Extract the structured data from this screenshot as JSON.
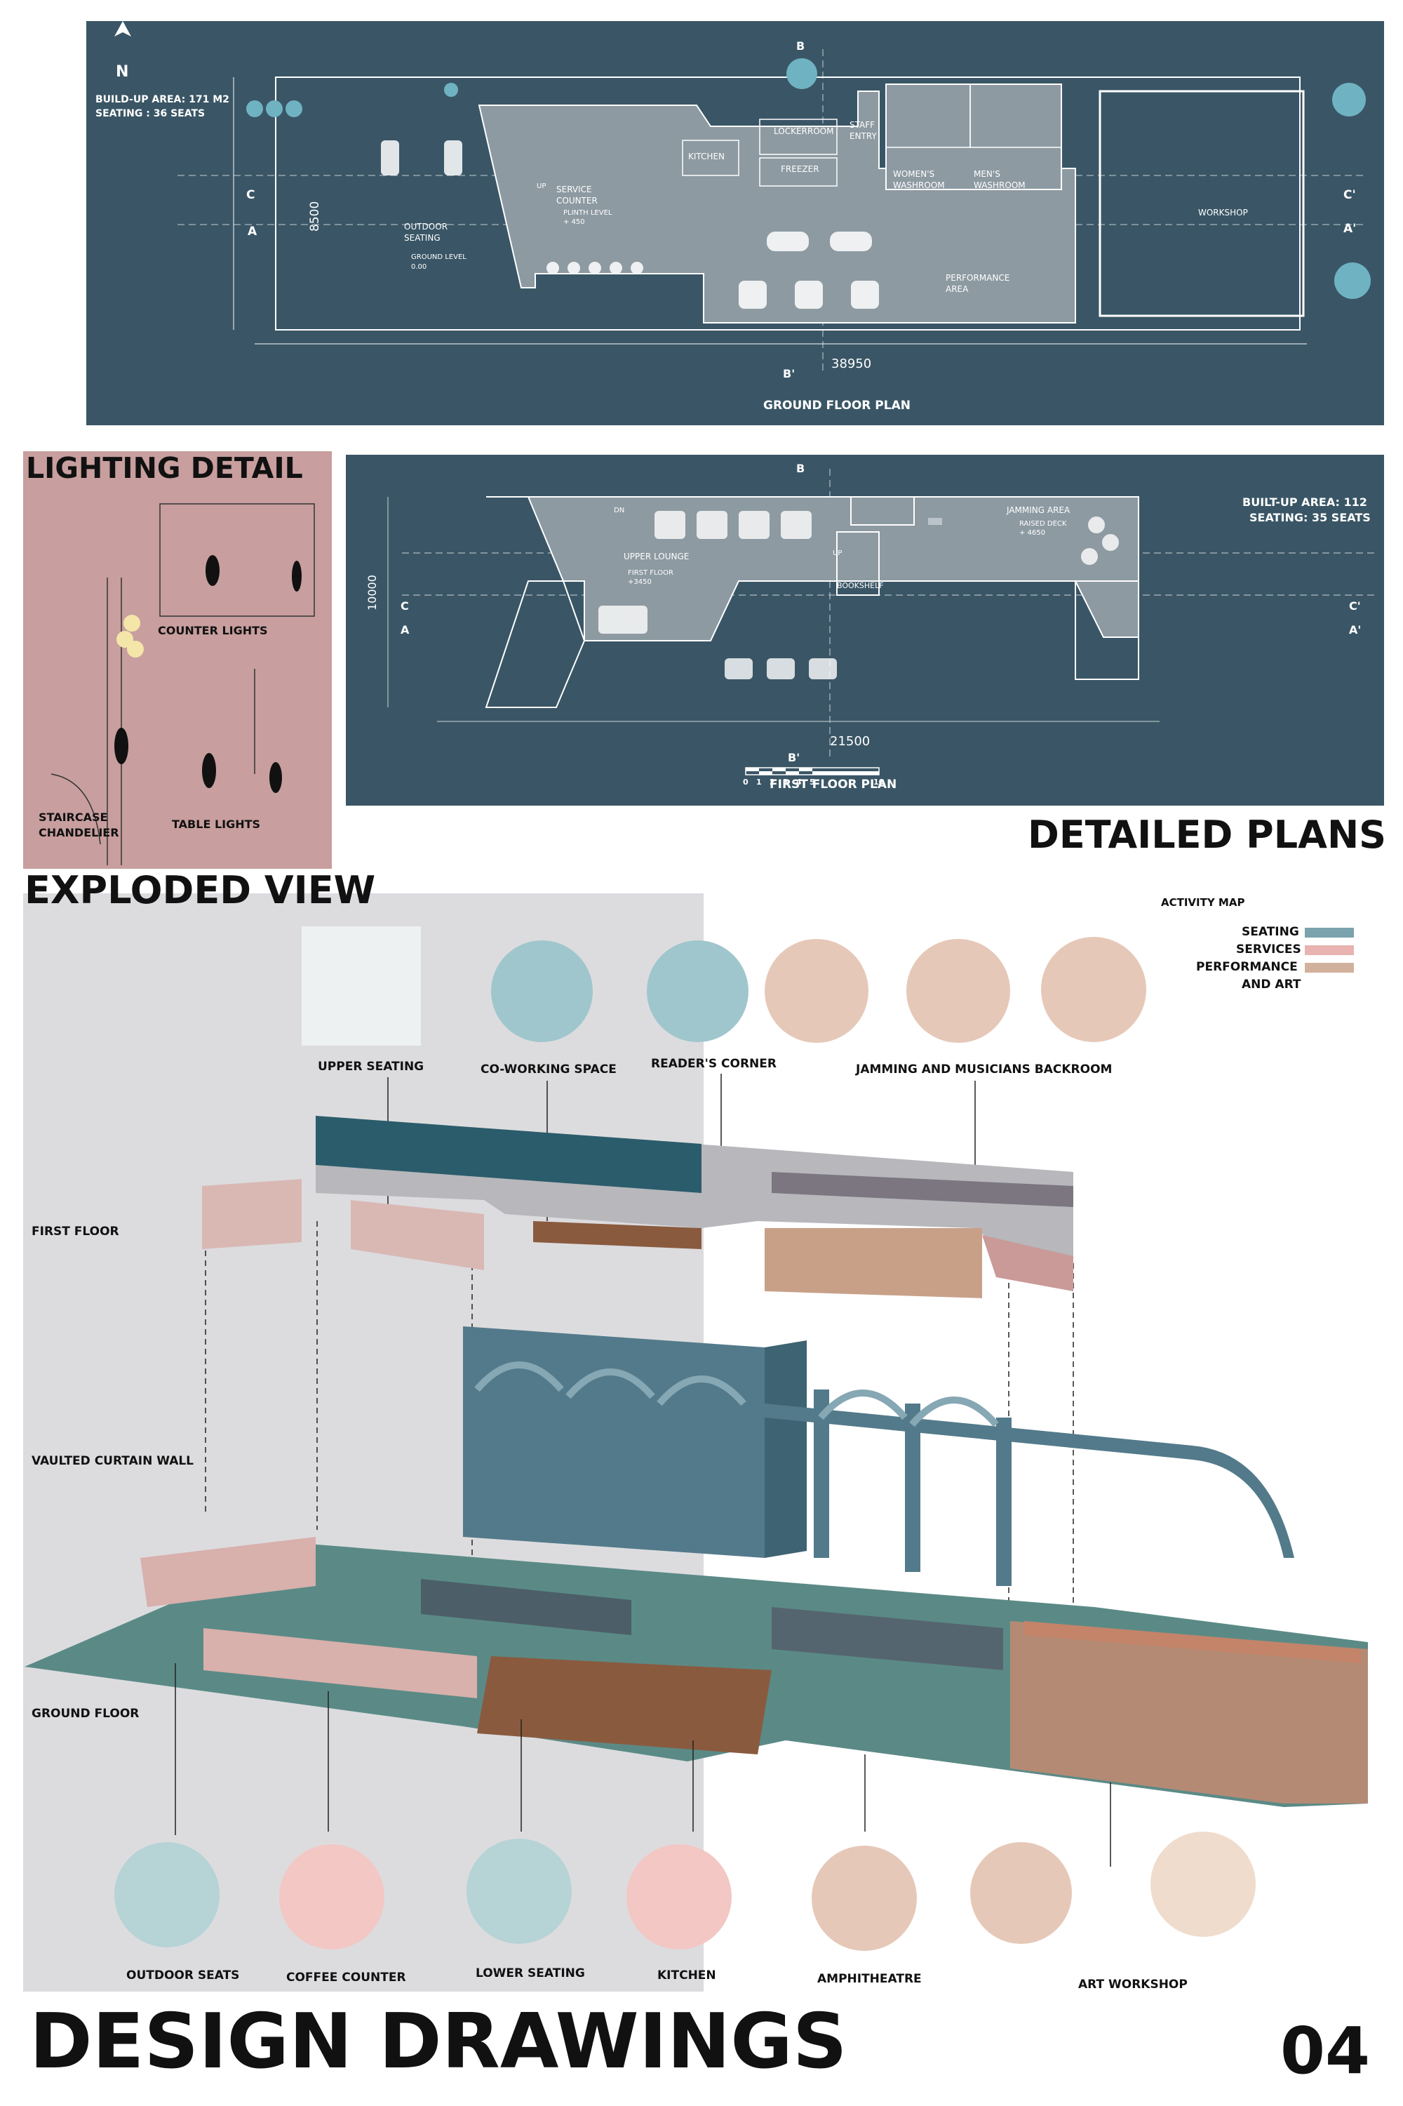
{
  "colors": {
    "blueprint": "#3a5666",
    "pink_panel": "#c89e9e",
    "exploded_bg": "#dcdcdf",
    "seating": "#7aa3ad",
    "services": "#e8b3b0",
    "performance": "#d2b19c",
    "wall": "#537a8a",
    "floor": "#5b8a86",
    "floor_wood": "#b58a74"
  },
  "ground_plan": {
    "north": "N",
    "info_line1": "BUILD-UP AREA: 171 M2",
    "info_line2": "SEATING : 36 SEATS",
    "title": "GROUND FLOOR PLAN",
    "dim_length": "38950",
    "dim_width": "8500",
    "section_b": "B",
    "section_b2": "B'",
    "section_c": "C",
    "section_c2": "C'",
    "section_a": "A",
    "section_a2": "A'",
    "rooms": {
      "outdoor": "OUTDOOR",
      "outdoor2": "SEATING",
      "ground_level": "GROUND LEVEL",
      "level0": "0.00",
      "service": "SERVICE",
      "counter": "COUNTER",
      "plinth": "PLINTH LEVEL",
      "plinth_val": "+ 450",
      "up": "UP",
      "kitchen": "KITCHEN",
      "lockerroom": "LOCKERROOM",
      "freezer": "FREEZER",
      "staff1": "STAFF",
      "staff2": "ENTRY",
      "womens1": "WOMEN'S",
      "womens2": "WASHROOM",
      "mens1": "MEN'S",
      "mens2": "WASHROOM",
      "performance1": "PERFORMANCE",
      "performance2": "AREA",
      "workshop": "WORKSHOP"
    }
  },
  "lighting": {
    "title": "LIGHTING DETAIL",
    "counter": "COUNTER LIGHTS",
    "staircase1": "STAIRCASE",
    "staircase2": "CHANDELIER",
    "table": "TABLE LIGHTS"
  },
  "first_plan": {
    "info_line1": "BUILT-UP AREA: 112",
    "info_line2": "SEATING: 35 SEATS",
    "title": "FIRST FLOOR PLAN",
    "dim_length": "21500",
    "dim_width": "10000",
    "dn": "DN",
    "up": "UP",
    "upper_lounge": "UPPER LOUNGE",
    "first_floor": "FIRST FLOOR",
    "ff_level": "+3450",
    "bookshelf": "BOOKSHELF",
    "jamming": "JAMMING AREA",
    "raised": "RAISED DECK",
    "raised_level": "+ 4650",
    "scale": [
      "0",
      "1",
      "2",
      "3",
      "4",
      "5",
      "10"
    ]
  },
  "detailed_plans": "DETAILED PLANS",
  "exploded_title": "EXPLODED VIEW",
  "activity_map": {
    "title": "ACTIVITY MAP",
    "items": [
      "SEATING",
      "SERVICES",
      "PERFORMANCE",
      "AND ART"
    ]
  },
  "layers": {
    "first_floor": "FIRST FLOOR",
    "vaulted": "VAULTED CURTAIN WALL",
    "ground_floor": "GROUND FLOOR"
  },
  "top_activities": [
    "UPPER SEATING",
    "CO-WORKING SPACE",
    "READER'S CORNER",
    "JAMMING AND MUSICIANS BACKROOM"
  ],
  "bottom_activities": [
    "OUTDOOR SEATS",
    "COFFEE COUNTER",
    "LOWER SEATING",
    "KITCHEN",
    "AMPHITHEATRE",
    "ART WORKSHOP"
  ],
  "footer": {
    "title": "DESIGN DRAWINGS",
    "page": "04"
  }
}
